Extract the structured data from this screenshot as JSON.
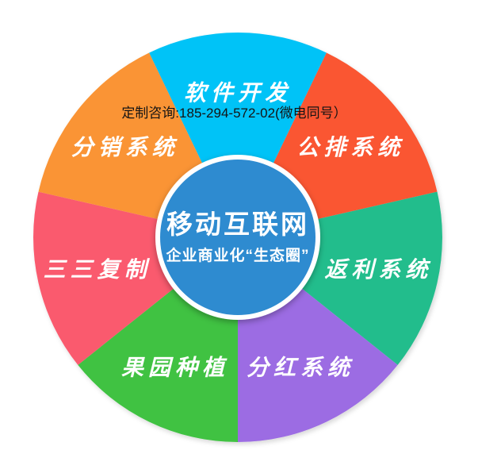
{
  "consult_note": {
    "text": "定制咨询:185-294-572-02(微电同号）"
  },
  "wheel": {
    "background": "#ffffff",
    "center": {
      "title": "移动互联网",
      "subtitle": "企业商业化“生态圈”",
      "disc_color": "#2e8bd0",
      "ring_color": "#ffffff"
    },
    "segments": [
      {
        "label": "软件开发",
        "color": "#00c3f7",
        "start_deg": 244.29,
        "end_deg": 295.71
      },
      {
        "label": "公排系统",
        "color": "#fa5632",
        "start_deg": 295.71,
        "end_deg": 347.14
      },
      {
        "label": "返利系统",
        "color": "#21bd8c",
        "start_deg": 347.14,
        "end_deg": 398.57
      },
      {
        "label": "分红系统",
        "color": "#9c6ce3",
        "start_deg": 38.57,
        "end_deg": 90
      },
      {
        "label": "果园种植",
        "color": "#3fc243",
        "start_deg": 90,
        "end_deg": 141.43
      },
      {
        "label": "三三复制",
        "color": "#fa5a6e",
        "start_deg": 141.43,
        "end_deg": 192.86
      },
      {
        "label": "分销系统",
        "color": "#fa9435",
        "start_deg": 192.86,
        "end_deg": 244.29
      }
    ]
  }
}
